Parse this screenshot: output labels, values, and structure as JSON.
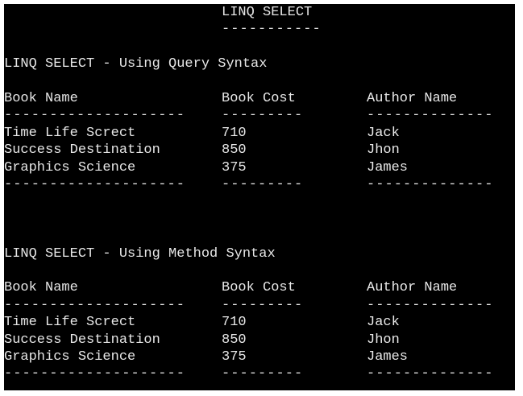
{
  "console": {
    "title": "LINQ SELECT",
    "title_underline": "-----------",
    "sections": [
      {
        "heading": "LINQ SELECT - Using Query Syntax",
        "columns": [
          "Book Name",
          "Book Cost",
          "Author Name"
        ],
        "separators": [
          "--------------------",
          "---------",
          "--------------"
        ],
        "rows": [
          {
            "book_name": "Time Life Screct",
            "book_cost": "710",
            "author_name": "Jack"
          },
          {
            "book_name": "Success Destination",
            "book_cost": "850",
            "author_name": "Jhon"
          },
          {
            "book_name": "Graphics Science",
            "book_cost": "375",
            "author_name": "James"
          }
        ]
      },
      {
        "heading": "LINQ SELECT - Using Method Syntax",
        "columns": [
          "Book Name",
          "Book Cost",
          "Author Name"
        ],
        "separators": [
          "--------------------",
          "---------",
          "--------------"
        ],
        "rows": [
          {
            "book_name": "Time Life Screct",
            "book_cost": "710",
            "author_name": "Jack"
          },
          {
            "book_name": "Success Destination",
            "book_cost": "850",
            "author_name": "Jhon"
          },
          {
            "book_name": "Graphics Science",
            "book_cost": "375",
            "author_name": "James"
          }
        ]
      }
    ],
    "colors": {
      "background": "#000000",
      "text": "#e6e6e6",
      "frame": "#ffffff"
    }
  }
}
